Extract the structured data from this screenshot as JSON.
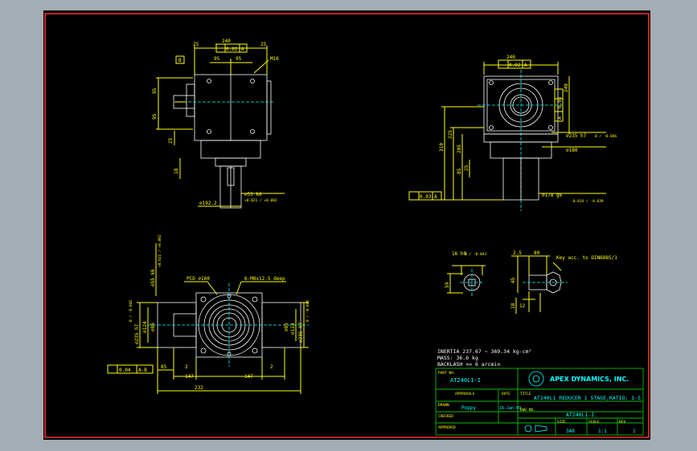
{
  "views": {
    "front": {
      "dims": {
        "flat_top": "240",
        "tol": "0.02",
        "datum_a": "A",
        "datum_b": "B",
        "left_25": "25",
        "right_25": "25",
        "span_95a": "95",
        "span_95b": "95",
        "v_95a": "95",
        "v_95b": "95",
        "v_25": "25",
        "thread": "M16",
        "dim_18": "18",
        "shaft": "⌀55 k6",
        "shaft_tol": "+0.021 / +0.002",
        "pilot": "⌀192.2"
      }
    },
    "side": {
      "dims": {
        "flat": "240",
        "tol": "0.02",
        "datum": "A",
        "v_240": "240",
        "v_tol": "0.02",
        "v_datum": "A",
        "bore": "⌀235 h7",
        "bore_tol": "0 / -0.046",
        "d180": "⌀180",
        "h310": "310",
        "h225": "225",
        "h205": "205",
        "h85": "85",
        "h25": "25",
        "runout_tol": "0.03",
        "runout_datum": "A",
        "flange": "⌀178 g6",
        "flange_tol": "-0.014 / -0.039"
      }
    },
    "plan": {
      "dims": {
        "shaft_v": "⌀55 k6",
        "shaft_v_tol": "+0.021 / +0.002",
        "pcd": "PCD ⌀160",
        "holes": "6-M8x12.5 deep",
        "bore_l": "⌀235 h7",
        "bore_l_tol": "0 / -0.046",
        "d124": "⌀124",
        "d86": "⌀86",
        "bore_r": "⌀235 h7",
        "bore_r_tol": "0 / -0.046",
        "d124r": "⌀124",
        "d85r": "⌀85",
        "runout": "0.04",
        "runout_datum": "A-B",
        "w85": "85",
        "w2a": "2",
        "w2b": "2",
        "w147a": "147",
        "w147b": "147",
        "w232": "232"
      }
    },
    "key": {
      "dims": {
        "key_width": "16 h9",
        "key_tol": "0 / -0.043",
        "h59": "59",
        "w25": "2.5",
        "w80": "80",
        "h45": "45",
        "h18": "18",
        "h12": "12",
        "note": "Key acc. to DIN6885/1"
      }
    }
  },
  "specs": {
    "inertia": "INERTIA 237.67 ~ 369.34 kg-cm²",
    "mass": "MASS: 36.6 kg",
    "backlash": "BACKLASH <= 6 arcmin"
  },
  "title_block": {
    "part_no_label": "PART NO.",
    "part_no": "AT240L1-I",
    "company": "APEX DYNAMICS, INC.",
    "approvals_label": "APPROVALS",
    "date_label": "DATE",
    "title_label": "TITLE",
    "title": "AT240L1 REDUCER 1 STAGE,RATIO: 1-5",
    "drawn_label": "DRAWN",
    "drawn_by": "Poppy",
    "drawn_date": "16-Jan-09",
    "dwg_no_label": "DWG NO.",
    "dwg_no": "AT240L1-I",
    "checked_label": "CHECKED",
    "approved_label": "APPROVED",
    "size_label": "SIZE",
    "size": "3A0",
    "scale_label": "SCALE",
    "scale": "1:1",
    "rev_label": "REV",
    "rev": "1"
  },
  "colors": {
    "background": "#000000",
    "outer": "#a4acb5",
    "border": "#ff3030",
    "dimension": "#ffff00",
    "geometry": "#ffffff",
    "title_block": "#00c000",
    "text": "#00ffff"
  }
}
